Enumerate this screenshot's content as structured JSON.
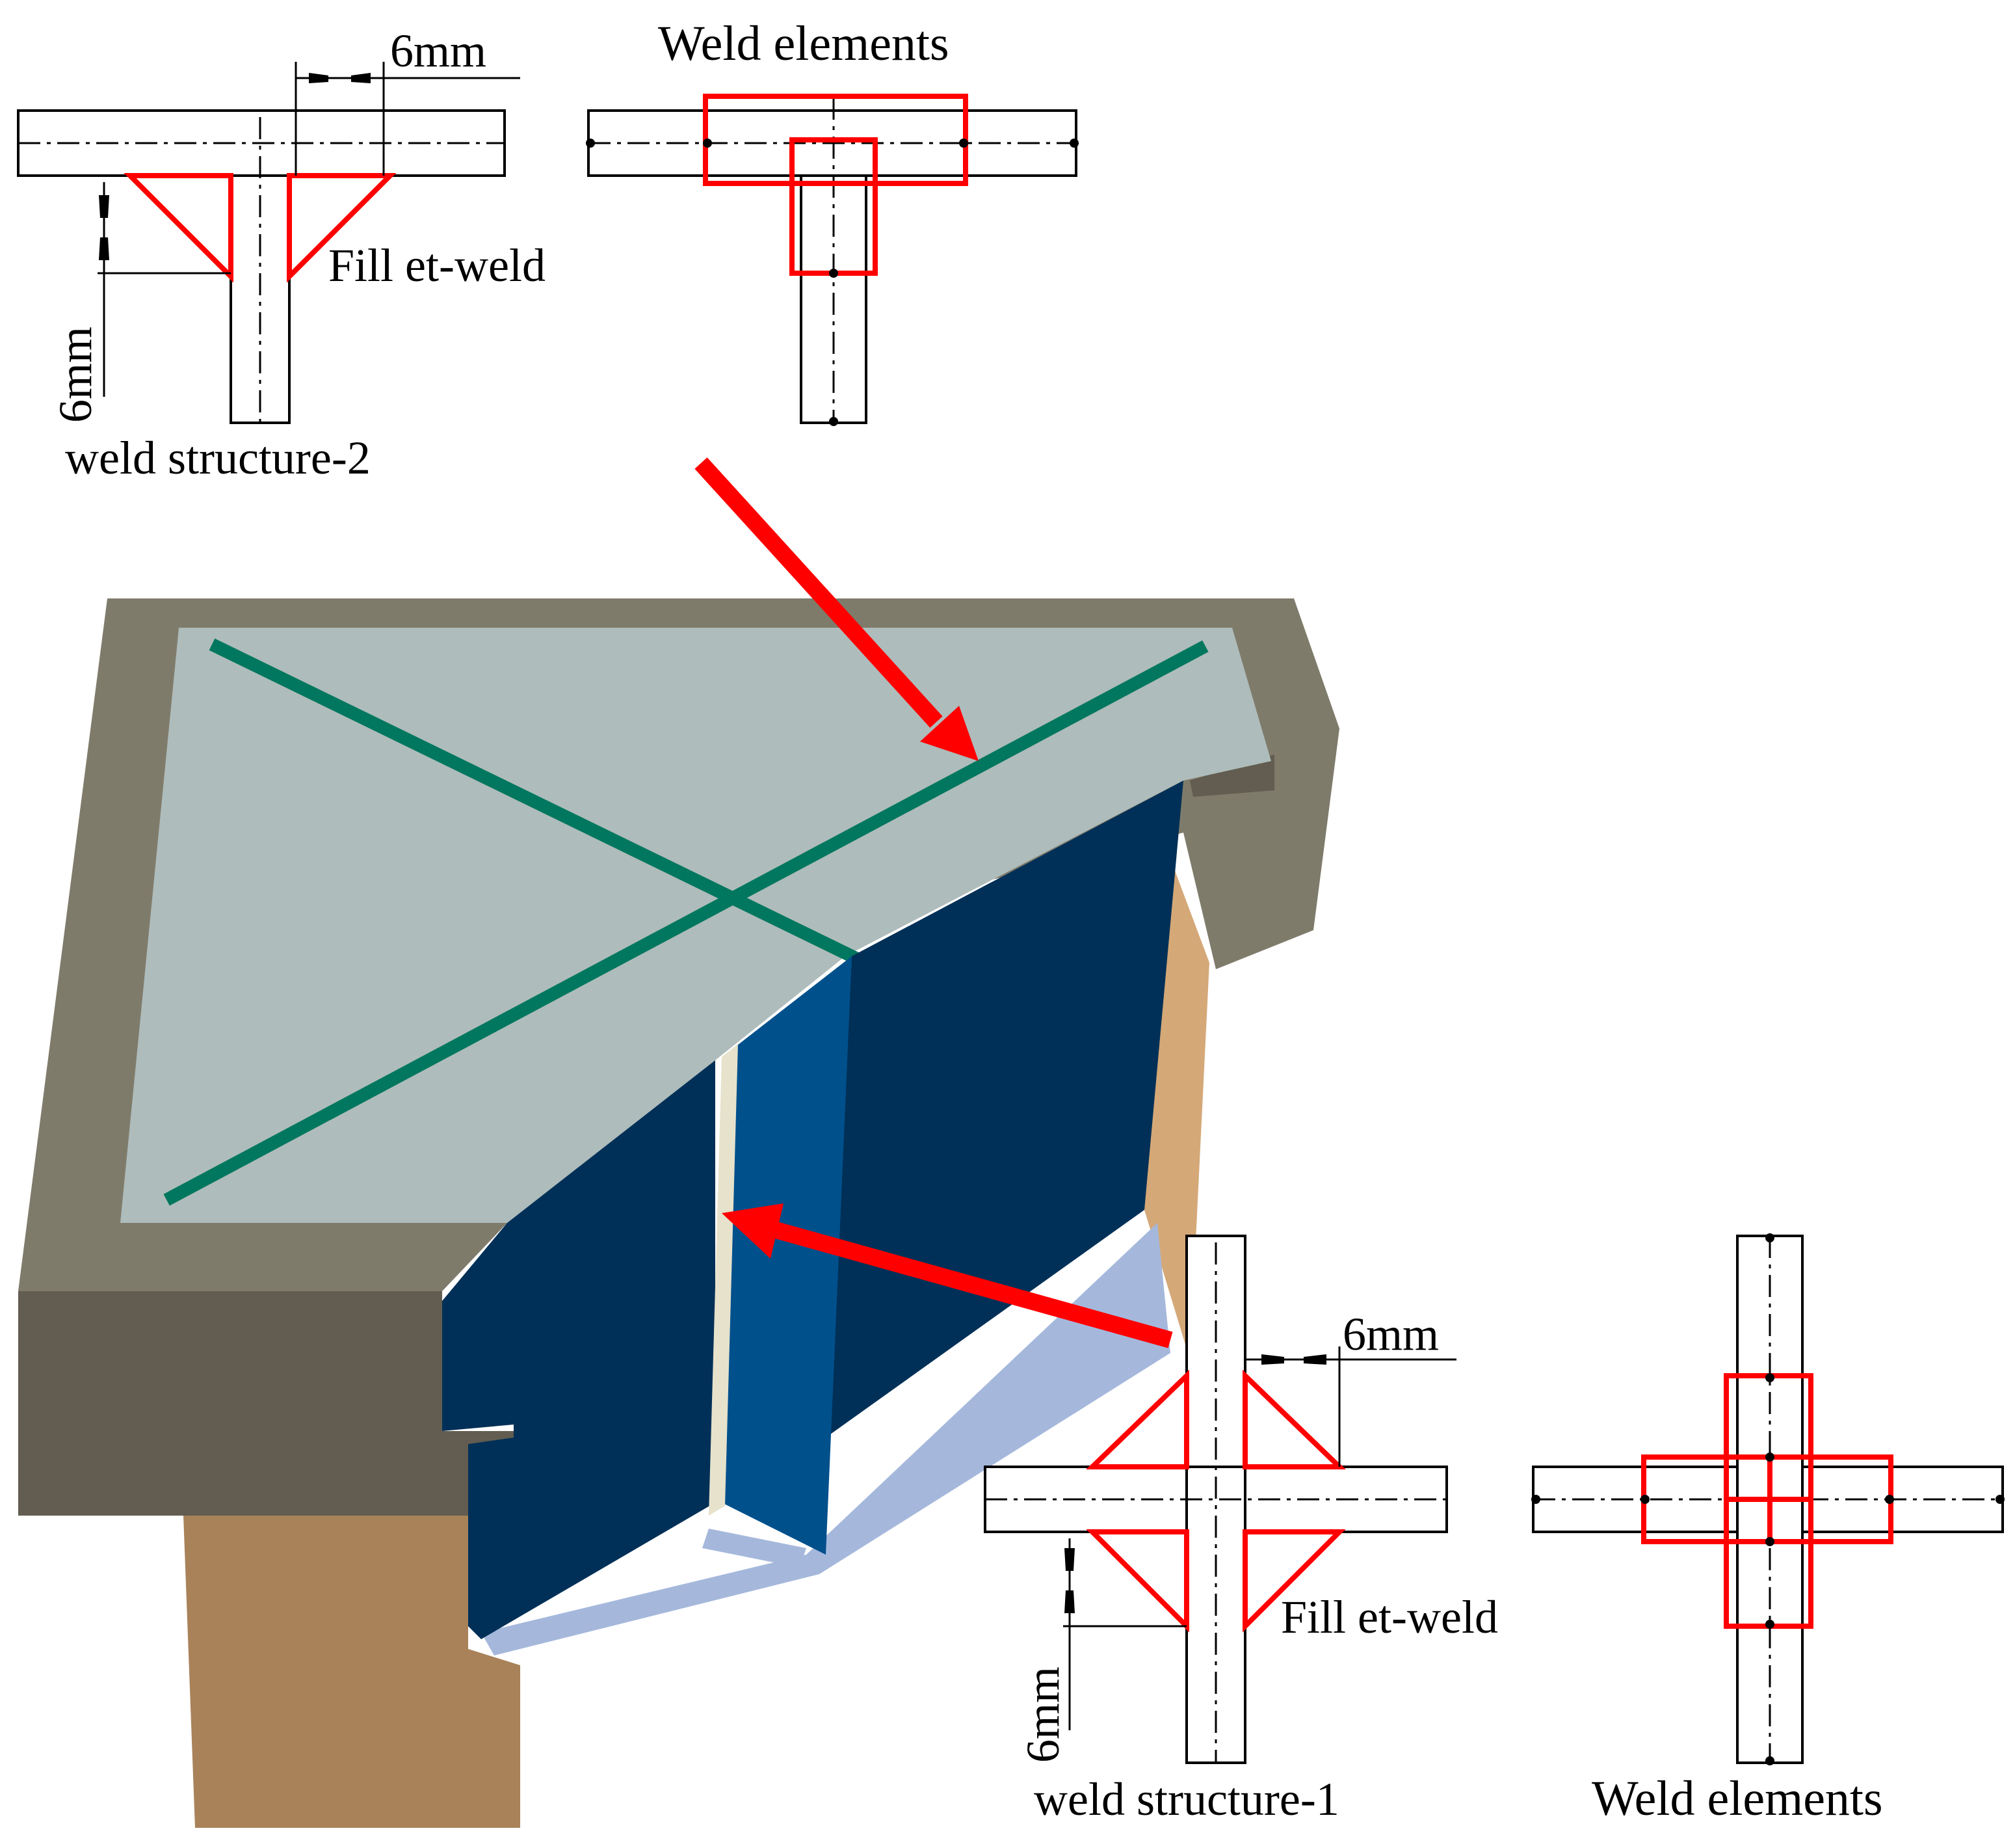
{
  "labels": {
    "ws2_top_dim": "6mm",
    "ws2_side_dim": "6mm",
    "ws2_fillet": "Fill et-weld",
    "ws2_title": "weld structure-2",
    "we2_title": "Weld elements",
    "ws1_top_dim": "6mm",
    "ws1_side_dim": "6mm",
    "ws1_fillet": "Fill et-weld",
    "ws1_title": "weld structure-1",
    "we1_title": "Weld elements"
  },
  "colors": {
    "weld_outline": "#ff0000",
    "arrow": "#ff0000",
    "concrete_top": "#aebcbb",
    "concrete_frame": "#7f7b6b",
    "concrete_frame_dark": "#625d50",
    "weld_line": "#00775e",
    "steel_web_dark": "#003057",
    "steel_web_light": "#00508c",
    "steel_base": "#a5b8dc",
    "wood": "#a9825a",
    "wood_light": "#d5a878"
  }
}
